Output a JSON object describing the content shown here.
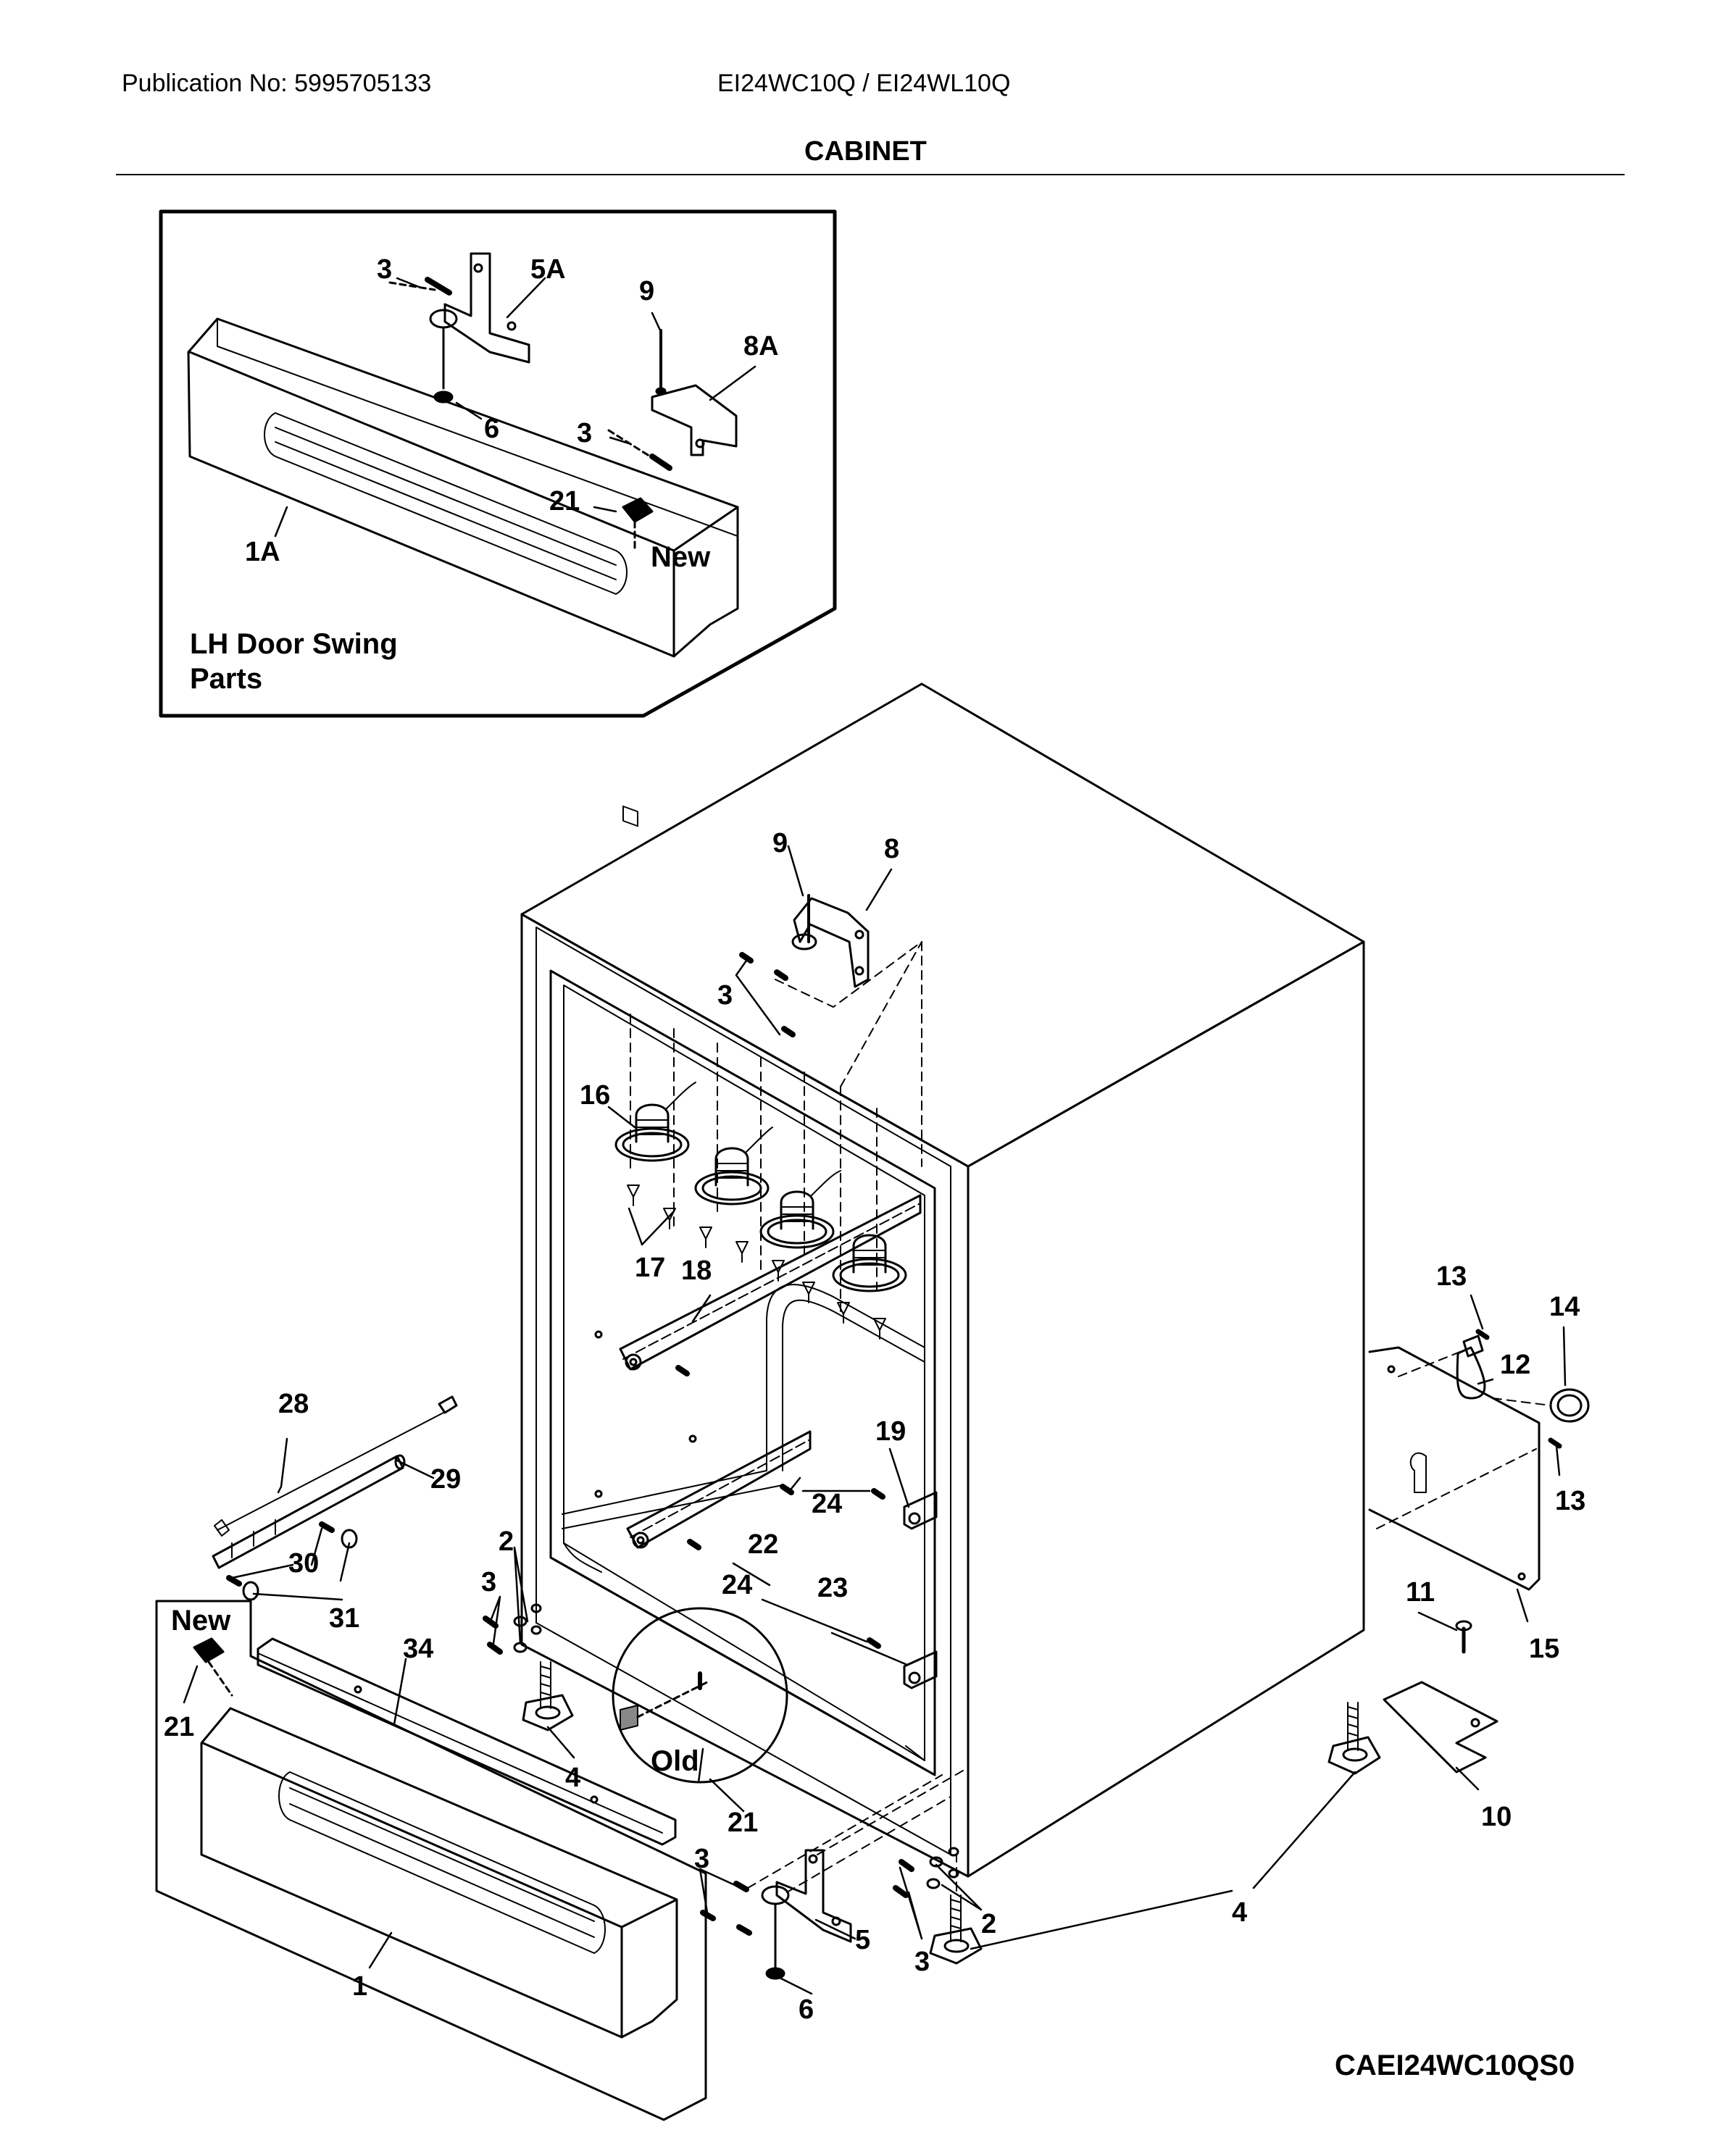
{
  "header": {
    "publication": "Publication No: 5995705133",
    "models": "EI24WC10Q / EI24WL10Q",
    "section_title": "CABINET"
  },
  "inset": {
    "caption_line1": "LH Door Swing",
    "caption_line2": "Parts",
    "new_label": "New"
  },
  "main": {
    "new_label": "New",
    "old_label": "Old"
  },
  "figure_code": "CAEI24WC10QS0",
  "part_labels": {
    "p3a": "3",
    "p5A": "5A",
    "p9a": "9",
    "p8A": "8A",
    "p6a": "6",
    "p3b": "3",
    "p21a": "21",
    "p1A": "1A",
    "p9b": "9",
    "p8": "8",
    "p3c": "3",
    "p16": "16",
    "p17": "17",
    "p18": "18",
    "p13a": "13",
    "p14": "14",
    "p12": "12",
    "p13b": "13",
    "p15": "15",
    "p11": "11",
    "p10": "10",
    "p4a": "4",
    "p4b": "4",
    "p28": "28",
    "p29": "29",
    "p30": "30",
    "p31": "31",
    "p19": "19",
    "p24a": "24",
    "p22": "22",
    "p24b": "24",
    "p23": "23",
    "p2a": "2",
    "p3d": "3",
    "p34": "34",
    "p21b": "21",
    "p21c": "21",
    "p1": "1",
    "p3e": "3",
    "p5": "5",
    "p6b": "6",
    "p3f": "3",
    "p2b": "2"
  }
}
